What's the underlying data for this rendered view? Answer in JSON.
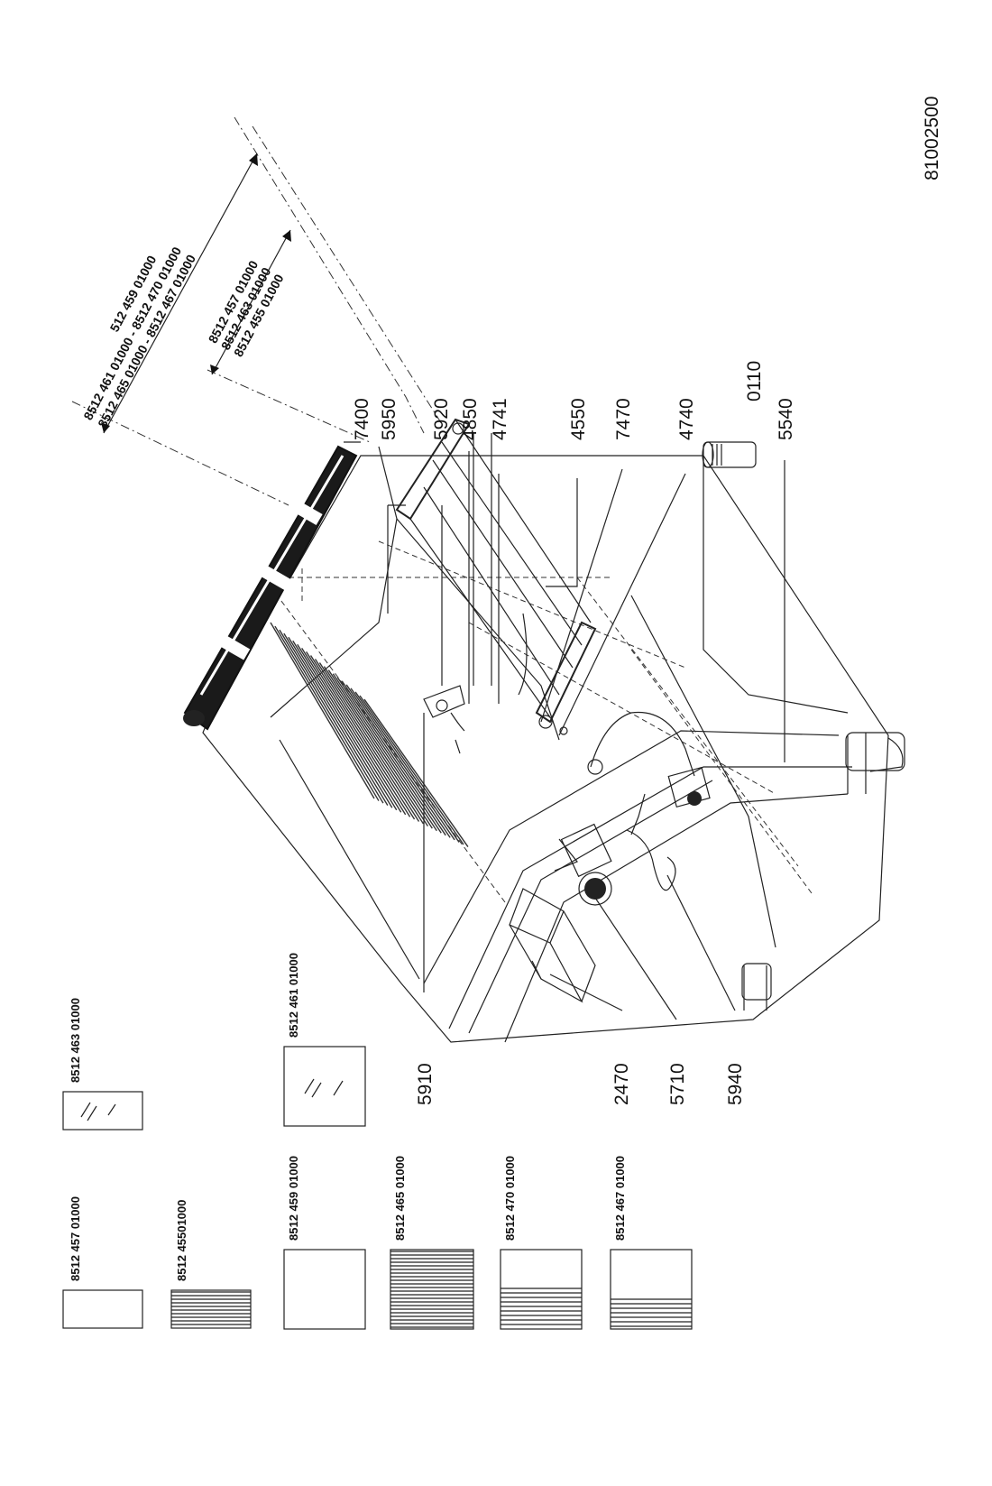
{
  "drawing_number": "81002500",
  "dimension_labels": {
    "outer": [
      "512 459 01000",
      "8512 461 01000 - 8512 470 01000",
      "8512 465 01000 - 8512 467 01000"
    ],
    "inner": [
      "8512 457 01000",
      "8512 463 01000",
      "8512 455 01000"
    ]
  },
  "part_callouts": {
    "p7400": "7400",
    "p5950": "5950",
    "p5920": "5920",
    "p4850": "4850",
    "p4741": "4741",
    "p4550": "4550",
    "p7470": "7470",
    "p4740": "4740",
    "p0110": "0110",
    "p5540": "5540",
    "p5910": "5910",
    "p2470": "2470",
    "p5710": "5710",
    "p5940": "5940"
  },
  "variant_legend": {
    "v457": "8512 457 01000",
    "v455": "8512 45501000",
    "v463": "8512 463 01000",
    "v459": "8512 459 01000",
    "v465": "8512 465 01000",
    "v461": "8512 461 01000",
    "v470": "8512 470 01000",
    "v467": "8512 467 01000"
  }
}
